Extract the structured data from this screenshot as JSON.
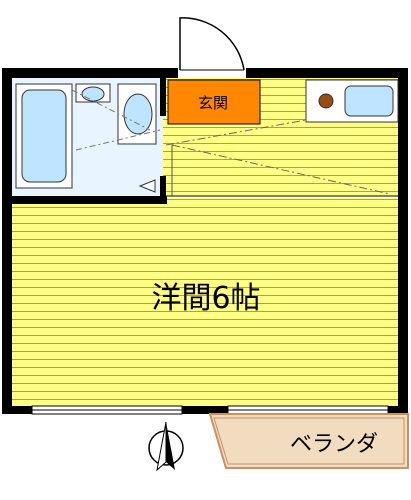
{
  "rooms": {
    "main_room": "洋間6帖",
    "entrance": "玄関",
    "balcony": "ベランダ"
  },
  "colors": {
    "floor_yellow": "#ffff88",
    "floor_line": "#c8a000",
    "entrance_orange": "#ff8800",
    "balcony_fill": "#f2dcc0",
    "balcony_border": "#c89064",
    "bath_blue": "#bfe4ff",
    "wall": "#000000"
  },
  "icons": {
    "compass": "north-arrow-icon",
    "door": "door-swing-icon",
    "bathtub": "bathtub-icon",
    "toilet": "toilet-icon",
    "sink": "sink-icon",
    "stove": "stove-icon"
  }
}
